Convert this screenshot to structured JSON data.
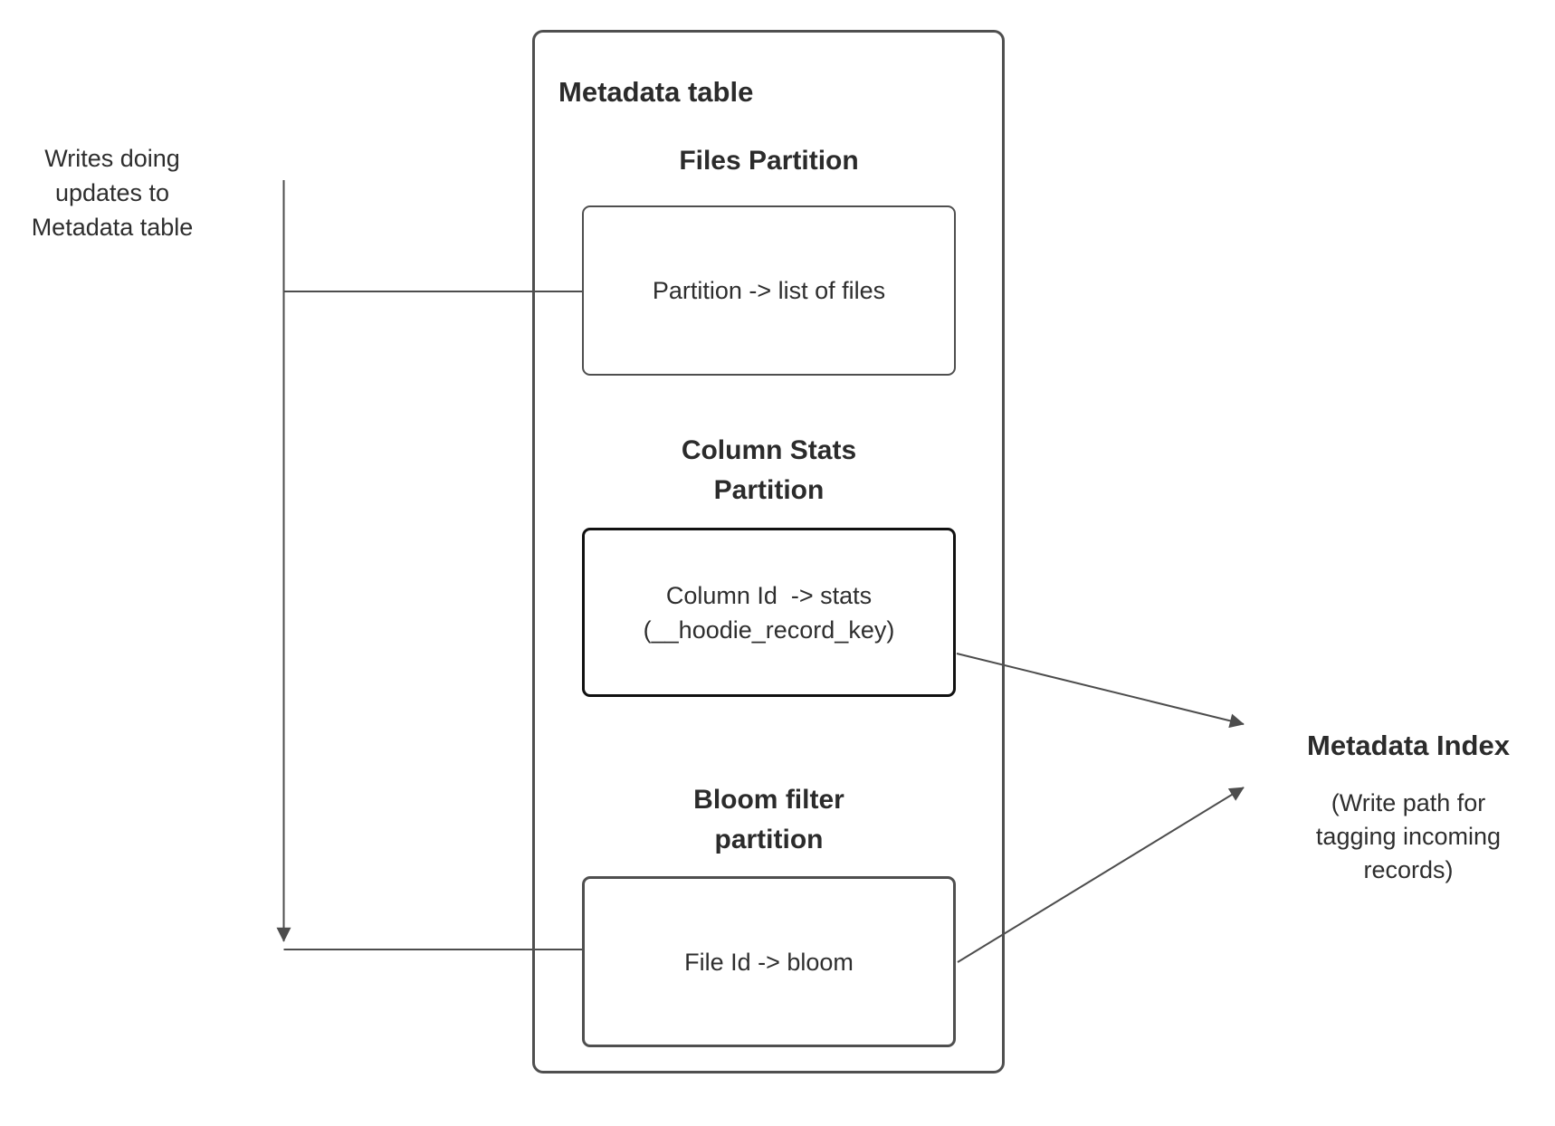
{
  "left_note": "Writes doing\nupdates to\nMetadata table",
  "metadata_table": {
    "title": "Metadata table",
    "files_partition": {
      "heading": "Files Partition",
      "body": "Partition -> list of files"
    },
    "column_stats_partition": {
      "heading": "Column Stats\nPartition",
      "body": "Column Id  -> stats\n(__hoodie_record_key)"
    },
    "bloom_filter_partition": {
      "heading": "Bloom filter\npartition",
      "body": "File Id -> bloom"
    }
  },
  "metadata_index": {
    "title": "Metadata Index",
    "subtitle": "(Write path for\ntagging incoming\nrecords)"
  },
  "edges": [
    {
      "from": "writes-updates",
      "to": "files-partition-box",
      "arrowhead": false
    },
    {
      "from": "writes-updates",
      "to": "bloom-filter-partition-box",
      "arrowhead": true
    },
    {
      "from": "column-stats-partition-box",
      "to": "metadata-index",
      "arrowhead": true
    },
    {
      "from": "bloom-filter-partition-box",
      "to": "metadata-index",
      "arrowhead": true
    }
  ],
  "colors": {
    "background": "#ffffff",
    "connector": "#4d4d4d",
    "box_border": "#4f4f4f",
    "column_stats_border": "#111111",
    "text": "#2e2e2e"
  }
}
